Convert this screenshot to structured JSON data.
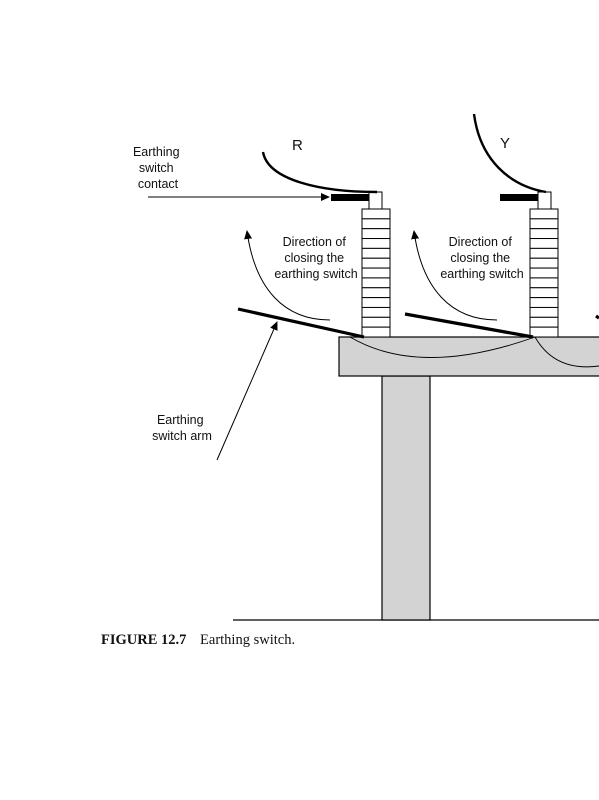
{
  "figure": {
    "phase_labels": [
      "R",
      "Y"
    ],
    "contact_label": [
      "Earthing",
      "switch",
      "contact"
    ],
    "direction_label": [
      "Direction of",
      "closing the",
      "earthing switch"
    ],
    "arm_label": [
      "Earthing",
      "switch arm"
    ],
    "colors": {
      "structure_fill": "#d3d3d3",
      "line": "#000000",
      "background": "#ffffff"
    }
  },
  "caption": {
    "number": "FIGURE 12.7",
    "text": "Earthing switch."
  }
}
